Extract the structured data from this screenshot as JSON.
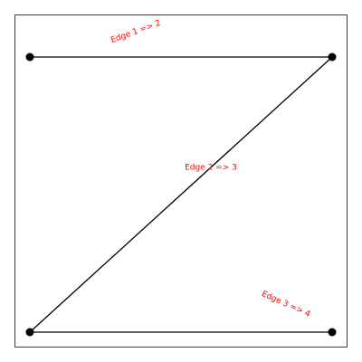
{
  "graph": {
    "nodes": [
      {
        "id": "1"
      },
      {
        "id": "2"
      },
      {
        "id": "3"
      },
      {
        "id": "4"
      }
    ],
    "edges": [
      {
        "from": "1",
        "to": "2",
        "label": "Edge 1 => 2"
      },
      {
        "from": "2",
        "to": "3",
        "label": "Edge 2 => 3"
      },
      {
        "from": "3",
        "to": "4",
        "label": "Edge 3 => 4"
      }
    ],
    "edge_color": "#000000",
    "node_color": "#000000",
    "label_color": "#ff0000"
  }
}
